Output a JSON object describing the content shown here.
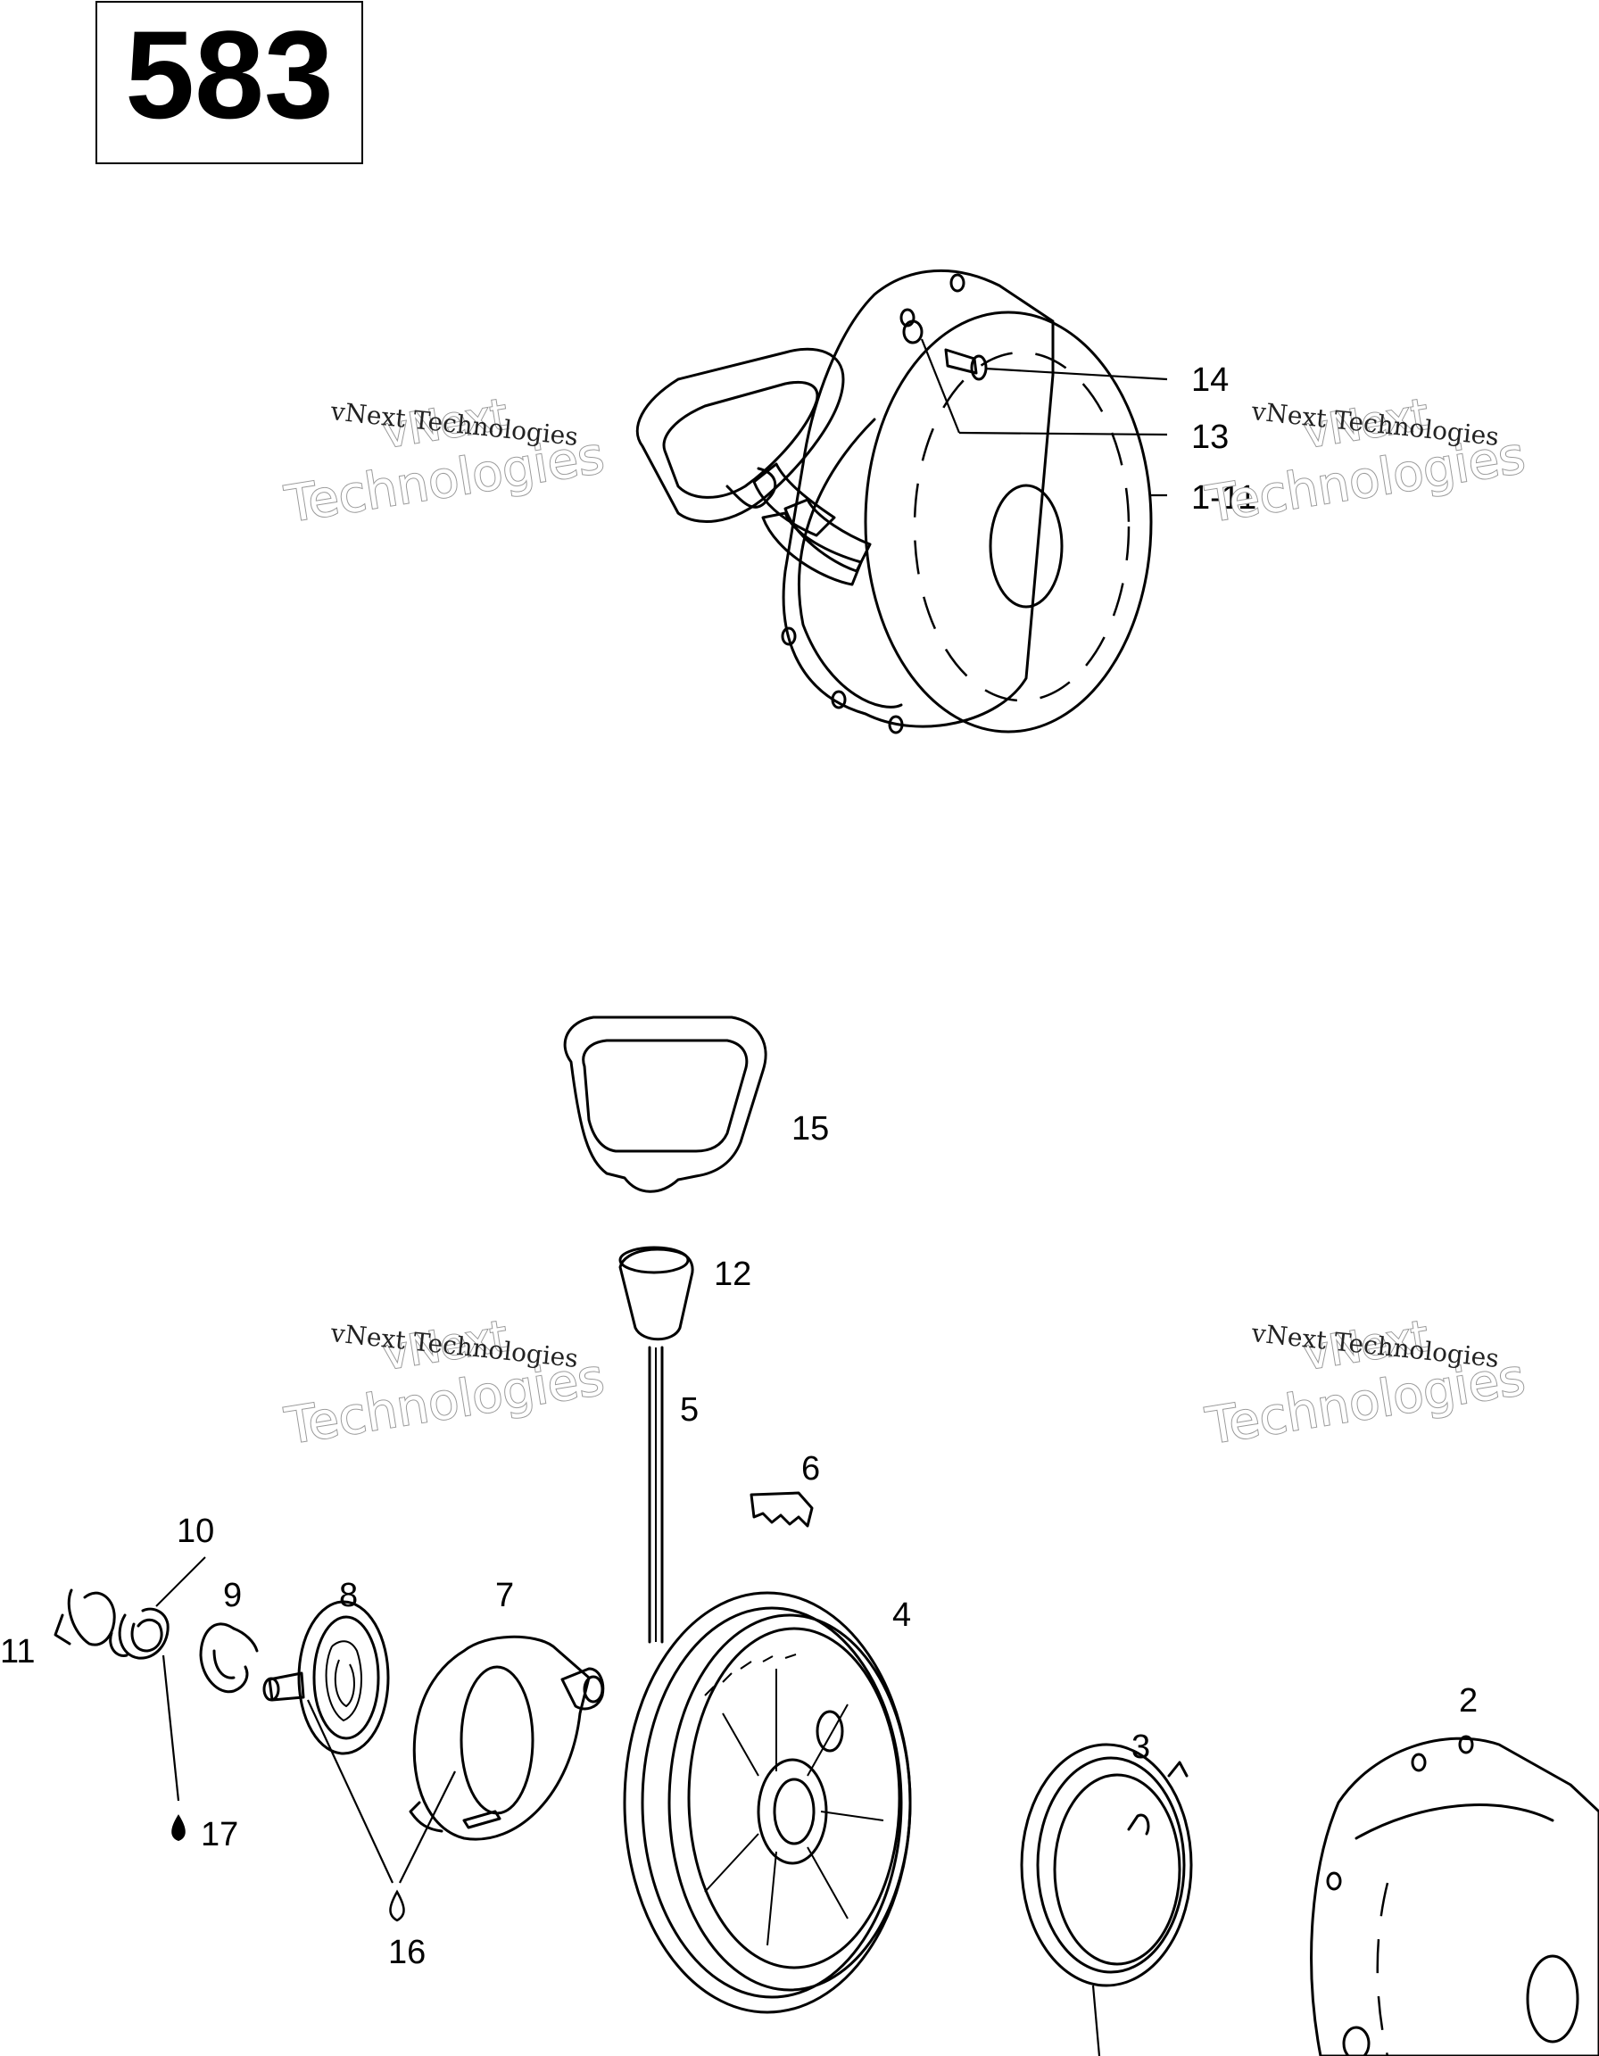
{
  "page_number": "583",
  "callouts": {
    "c14": "14",
    "c13": "13",
    "c1_11": "1-11",
    "c15": "15",
    "c12": "12",
    "c5": "5",
    "c6": "6",
    "c10": "10",
    "c9": "9",
    "c8": "8",
    "c7": "7",
    "c4": "4",
    "c11": "11",
    "c17": "17",
    "c16": "16",
    "c3": "3",
    "c2": "2"
  },
  "watermark": {
    "line1": "vNext",
    "line2": "Technologies",
    "small": "vNext Technologies"
  }
}
